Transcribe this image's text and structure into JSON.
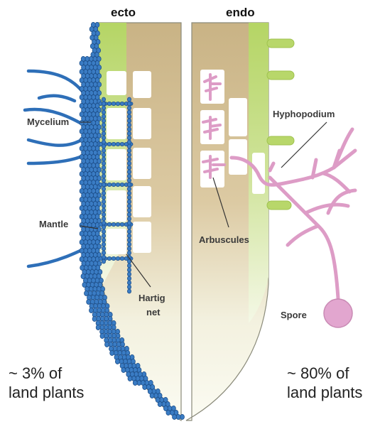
{
  "headings": {
    "left": "ecto",
    "right": "endo"
  },
  "labels": {
    "mycelium": "Mycelium",
    "mantle": "Mantle",
    "hartig_line1": "Hartig",
    "hartig_line2": "net",
    "hyphopodium": "Hyphopodium",
    "arbuscules": "Arbuscules",
    "spore": "Spore"
  },
  "stats": {
    "ecto_line1": "~ 3% of",
    "ecto_line2": "land plants",
    "endo_line1": "~ 80% of",
    "endo_line2": "land plants"
  },
  "colors": {
    "ecto_fungus": "#2e6fb8",
    "endo_fungus": "#dd9cc6",
    "root_green": "#b8d76a",
    "root_tan": "#d2b98e",
    "cell_white": "#ffffff"
  }
}
